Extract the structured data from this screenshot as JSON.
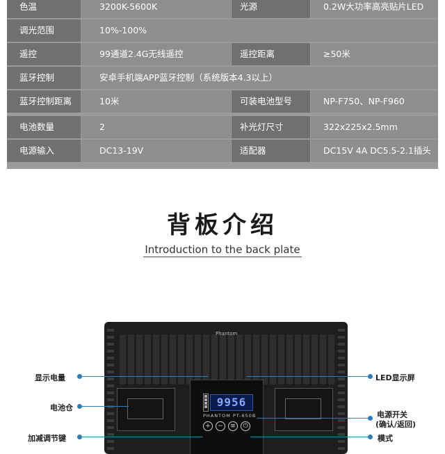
{
  "spec_table": {
    "rows": [
      {
        "label1": "色温",
        "value1": "3200K-5600K",
        "label2": "光源",
        "value2": "0.2W大功率高亮贴片LED"
      },
      {
        "label1": "调光范围",
        "value1": "10%-100%"
      },
      {
        "label1": "遥控",
        "value1": "99通道2.4G无线遥控",
        "label2": "遥控距离",
        "value2": "≥50米"
      },
      {
        "label1": "蓝牙控制",
        "value1": "安卓手机端APP蓝牙控制（系统版本4.3以上）"
      },
      {
        "label1": "蓝牙控制距离",
        "value1": "10米",
        "label2": "可装电池型号",
        "value2": "NP-F750、NP-F960"
      },
      {
        "label1": "电池数量",
        "value1": "2",
        "label2": "补光灯尺寸",
        "value2": "322x225x2.5mm"
      },
      {
        "label1": "电源输入",
        "value1": "DC13-19V",
        "label2": "适配器",
        "value2": "DC15V 4A DC5.5-2.1插头"
      }
    ]
  },
  "heading": {
    "title_cn": "背板介绍",
    "title_en": "Introduction to the back plate"
  },
  "panel": {
    "display_value": "9956",
    "model_text": "PHANTOM PT-650B",
    "brand_text": "Phantom",
    "buttons": [
      "+",
      "−",
      "≡",
      "⏻"
    ]
  },
  "callouts": {
    "left": [
      "显示电量",
      "电池仓",
      "加减调节键"
    ],
    "right": [
      "LED显示屏",
      "电源开关",
      "(确认/返回)",
      "模式"
    ]
  },
  "colors": {
    "accent": "#2c7fb8",
    "table_label_bg": "#707070",
    "table_value_bg": "#8e8e8e"
  }
}
